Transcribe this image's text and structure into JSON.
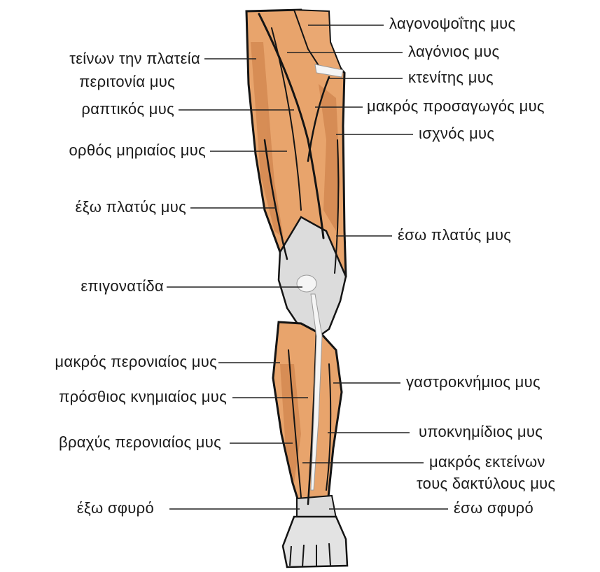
{
  "labels": {
    "psoas": "λαγονοψοΐτης μυς",
    "iliacus": "λαγόνιος μυς",
    "pectineus": "κτενίτης μυς",
    "adductor_longus": "μακρός προσαγωγός μυς",
    "gracilis": "ισχνός μυς",
    "vastus_medialis": "έσω πλατύς μυς",
    "gastrocnemius": "γαστροκνήμιος μυς",
    "soleus": "υποκνημίδιος μυς",
    "ext_digitorum_1": "μακρός εκτείνων",
    "ext_digitorum_2": "τους δακτύλους μυς",
    "medial_malleolus": "έσω σφυρό",
    "tfl_1": "τείνων την πλατεία",
    "tfl_2": "περιτονία μυς",
    "sartorius": "ραπτικός μυς",
    "rectus_femoris": "ορθός μηριαίος μυς",
    "vastus_lateralis": "έξω πλατύς μυς",
    "patella": "επιγονατίδα",
    "peroneus_longus": "μακρός περονιαίος μυς",
    "tibialis_anterior": "πρόσθιος κνημιαίος μυς",
    "peroneus_brevis": "βραχύς περονιαίος μυς",
    "lateral_malleolus": "έξω σφυρό"
  },
  "colors": {
    "muscle": "#e8a46c",
    "muscle_shadow": "#c97a43",
    "tendon": "#dcdcdc",
    "outline": "#141414",
    "leader_line": "#222222"
  }
}
